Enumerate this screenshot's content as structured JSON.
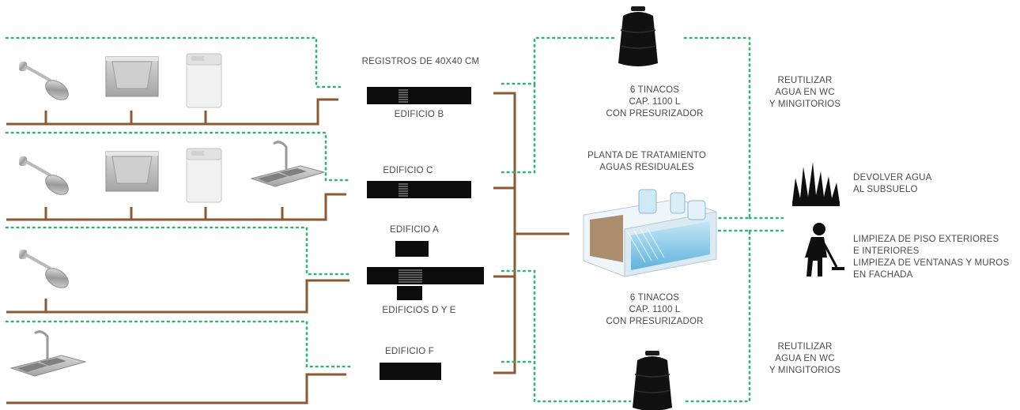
{
  "labels": {
    "registros": "REGISTROS DE 40X40 CM",
    "edificio_b": "EDIFICIO B",
    "edificio_c": "EDIFICIO C",
    "edificio_a": "EDIFICIO A",
    "edificios_d_e": "EDIFICIOS D Y E",
    "edificio_f": "EDIFICIO F",
    "tinacos_top": [
      "6 TINACOS",
      "CAP. 1100 L",
      "CON PRESURIZADOR"
    ],
    "tinacos_bottom": [
      "6 TINACOS",
      "CAP. 1100 L",
      "CON PRESURIZADOR"
    ],
    "planta": [
      "PLANTA DE TRATAMIENTO",
      "AGUAS RESIDUALES"
    ],
    "reutilizar_top": [
      "REUTILIZAR",
      "AGUA EN WC",
      "Y MINGITORIOS"
    ],
    "reutilizar_bottom": [
      "REUTILIZAR",
      "AGUA EN WC",
      "Y MINGITORIOS"
    ],
    "devolver": [
      "DEVOLVER AGUA",
      "AL SUBSUELO"
    ],
    "limpieza": [
      "LIMPIEZA DE PISO EXTERIORES",
      "E INTERIORES",
      "LIMPIEZA DE VENTANAS Y MUROS",
      "EN FACHADA"
    ]
  },
  "icons": {
    "row1": [
      "shower-icon",
      "laundry-sink-icon",
      "washing-machine-icon"
    ],
    "row2": [
      "shower-icon",
      "laundry-sink-icon",
      "washing-machine-icon",
      "kitchen-sink-icon"
    ],
    "row3": [
      "shower-icon"
    ],
    "row4": [
      "kitchen-sink-icon"
    ],
    "tanks": [
      "water-tank-icon",
      "water-tank-icon"
    ],
    "plant": "treatment-plant-icon",
    "grass": "grass-icon",
    "cleaning": "cleaning-person-icon"
  },
  "colors": {
    "pipe": "#8b5a33",
    "dotted": "#2bb673",
    "register": "#0c0c0c",
    "text": "#4a4a4a"
  }
}
